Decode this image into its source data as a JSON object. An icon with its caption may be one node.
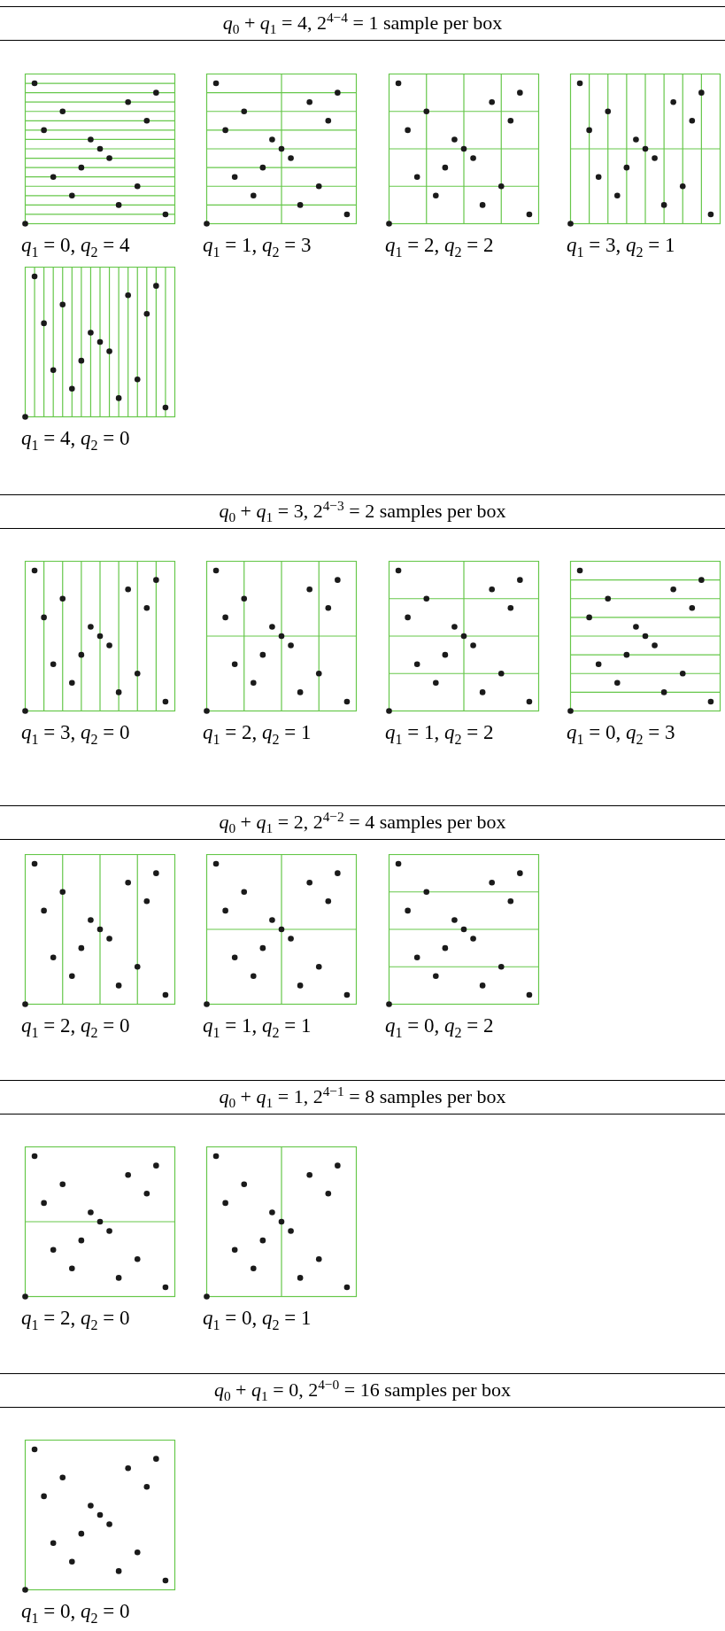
{
  "diagram": {
    "nodes": [
      {
        "text": [
          "*q*$_{1}$ = 0, *q*$_{2}$ = 4"
        ]
      },
      {
        "text": [
          "*q*$_{1}$ = 1, *q*$_{2}$ = 3"
        ]
      },
      {
        "text": [
          "*q*$_{1}$ = 2, *q*$_{2}$ = 2"
        ]
      },
      {
        "text": [
          "*q*$_{1}$ = 3, *q*$_{2}$ = 1"
        ]
      },
      {
        "text": [
          "*q*$_{1}$ = 4, *q*$_{2}$ = 0"
        ]
      },
      {
        "text": [
          "*q*$_{1}$ = 3, *q*$_{2}$ = 0"
        ]
      },
      {
        "text": [
          "*q*$_{1}$ = 2, *q*$_{2}$ = 1"
        ]
      },
      {
        "text": [
          "*q*$_{1}$ = 1, *q*$_{2}$ = 2"
        ]
      },
      {
        "text": [
          "*q*$_{1}$ = 0, *q*$_{2}$ = 3"
        ]
      },
      {
        "text": [
          "*q*$_{1}$ = 2, *q*$_{2}$ = 0"
        ]
      },
      {
        "text": [
          "*q*$_{1}$ = 1, *q*$_{2}$ = 1"
        ]
      },
      {
        "text": [
          "*q*$_{1}$ = 0, *q*$_{2}$ = 2"
        ]
      },
      {
        "text": [
          "*q*$_{1}$ = 2, *q*$_{2}$ = 0"
        ]
      },
      {
        "text": [
          "*q*$_{1}$ = 0, *q*$_{2}$ = 1"
        ]
      },
      {
        "text": [
          "*q*$_{1}$ = 0, *q*$_{2}$ = 0"
        ]
      }
    ],
    "labels": [
      "*q*$_{0}$ + *q*$_{1}$ = 4, 2$^{4−4}$ = 1 sample per box",
      "*q*$_{0}$ + *q*$_{1}$ = 3, 2$^{4−3}$ = 2 samples per box",
      "*q*$_{0}$ + *q*$_{1}$ = 2, 2$^{4−2}$ = 4 samples per box",
      "*q*$_{0}$ + *q*$_{1}$ = 1, 2$^{4−1}$ = 8 samples per box",
      "*q*$_{0}$ + *q*$_{1}$ = 0, 2$^{4−0}$ = 16 samples per box"
    ]
  }
}
